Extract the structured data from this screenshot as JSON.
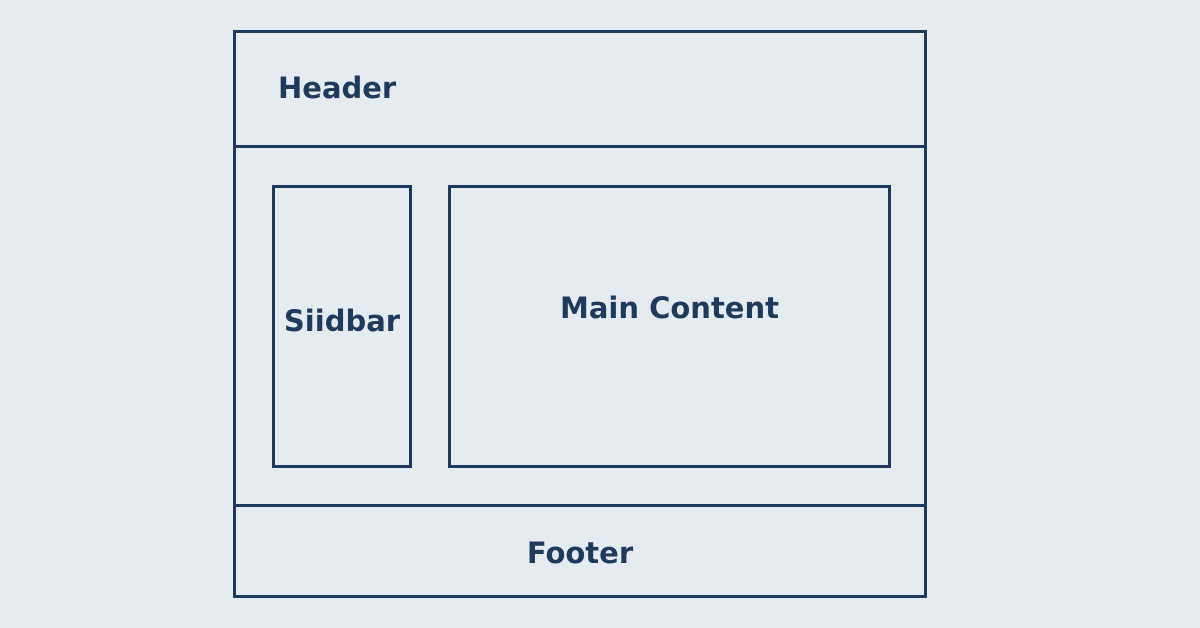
{
  "diagram": {
    "header": {
      "label": "Header"
    },
    "sidebar": {
      "label": "Siidbar"
    },
    "main": {
      "label": "Main Content"
    },
    "footer": {
      "label": "Footer"
    }
  },
  "colors": {
    "background": "#e6ebef",
    "stroke": "#1f3a5a",
    "text": "#1f3a5a"
  }
}
